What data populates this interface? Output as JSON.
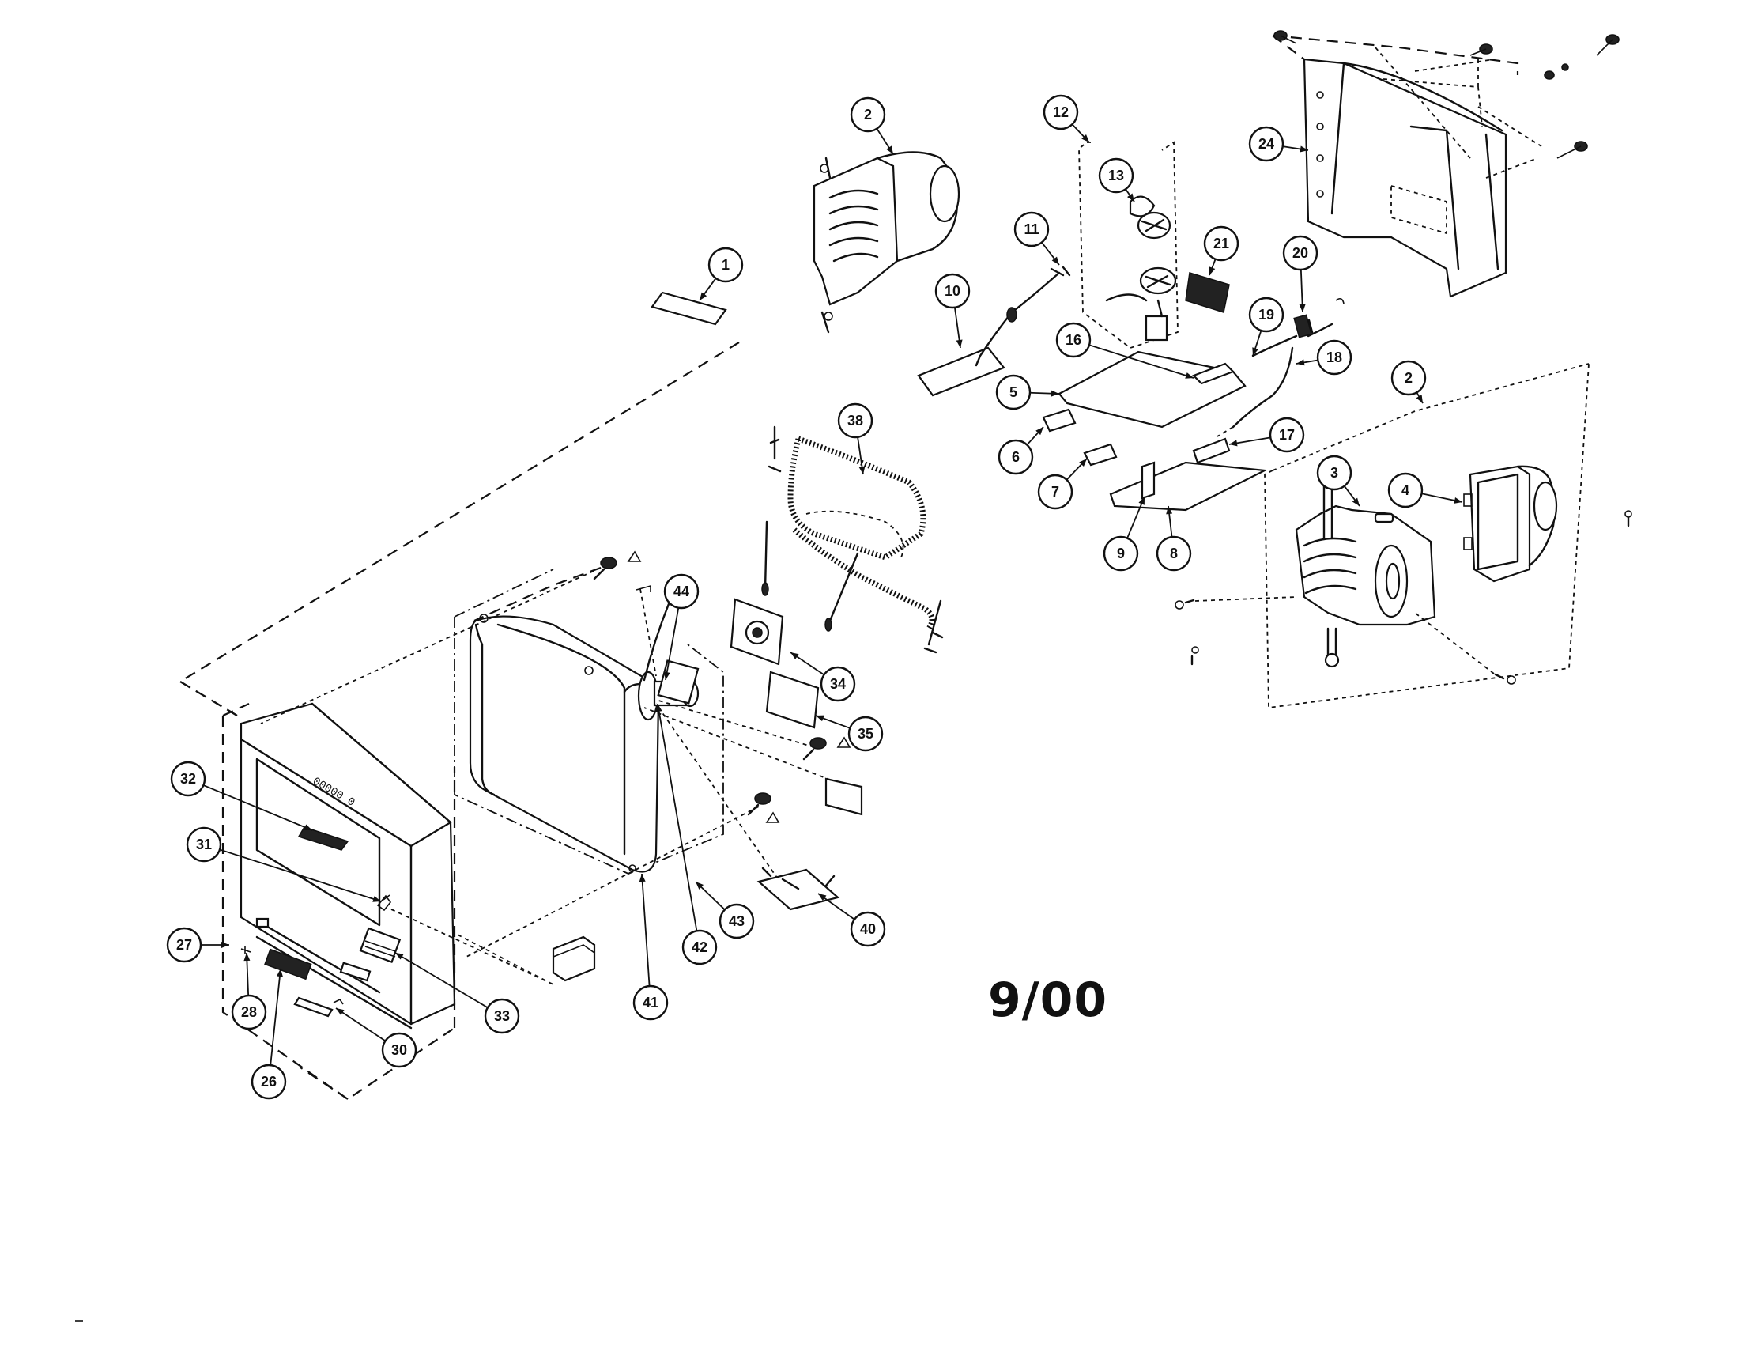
{
  "diagram": {
    "date_code": "9/00",
    "callouts": [
      "1",
      "2",
      "2",
      "3",
      "4",
      "5",
      "6",
      "7",
      "8",
      "9",
      "10",
      "11",
      "12",
      "13",
      "16",
      "17",
      "18",
      "19",
      "20",
      "21",
      "24",
      "26",
      "27",
      "28",
      "30",
      "31",
      "32",
      "33",
      "34",
      "35",
      "38",
      "40",
      "41",
      "42",
      "43",
      "44"
    ]
  }
}
